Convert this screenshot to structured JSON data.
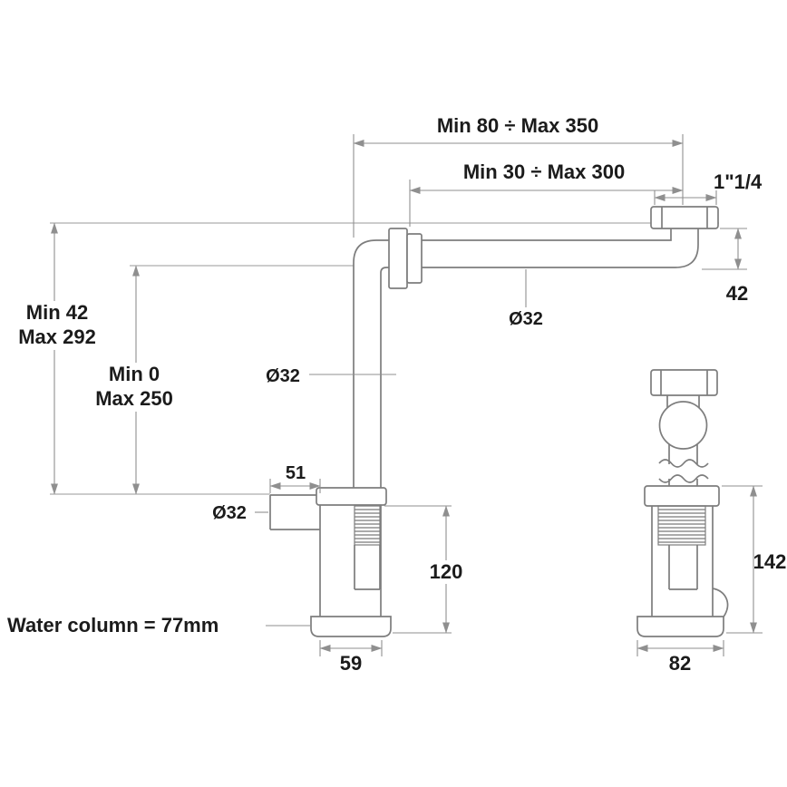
{
  "drawing": {
    "title": "Space-saving sink siphon dimensional drawing",
    "dimensions": {
      "top_span": "Min 80 ÷  Max 350",
      "mid_span": "Min 30 ÷  Max 300",
      "thread_size": "1\"1/4",
      "drop_right": "42",
      "left_outer_min": "Min 42",
      "left_outer_max": "Max 292",
      "left_inner_min": "Min 0",
      "left_inner_max": "Max 250",
      "pipe_dia_horizontal": "Ø32",
      "pipe_dia_vertical": "Ø32",
      "pipe_dia_inlet": "Ø32",
      "inlet_length": "51",
      "body_height": "120",
      "water_column": "Water column = 77mm",
      "body_width": "59",
      "side_height": "142",
      "side_width": "82"
    },
    "colors": {
      "drawing_line": "#7d7d7d",
      "dimension_line": "#8f8f8f",
      "text": "#1b1b1b",
      "background": "#ffffff"
    }
  }
}
